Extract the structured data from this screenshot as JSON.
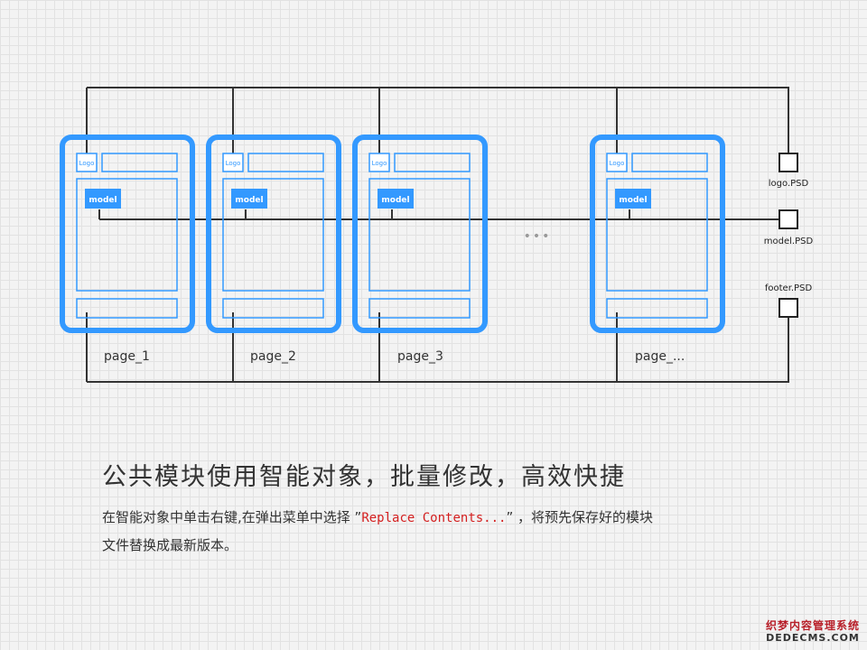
{
  "colors": {
    "frame": "#3399ff",
    "wire": "#333333",
    "highlight": "#d42020"
  },
  "pages": [
    {
      "label": "page_1",
      "logo": "Logo",
      "module": "model"
    },
    {
      "label": "page_2",
      "logo": "Logo",
      "module": "model"
    },
    {
      "label": "page_3",
      "logo": "Logo",
      "module": "model"
    },
    {
      "label": "page_...",
      "logo": "Logo",
      "module": "model"
    }
  ],
  "ellipsis": "•••",
  "files": [
    {
      "label": "logo.PSD"
    },
    {
      "label": "model.PSD"
    },
    {
      "label": "footer.PSD"
    }
  ],
  "headline": "公共模块使用智能对象，批量修改，高效快捷",
  "description": {
    "before": "在智能对象中单击右键,在弹出菜单中选择 ”",
    "highlight": "Replace Contents...",
    "after": "” ，将预先保存好的模块",
    "line2": "文件替换成最新版本。"
  },
  "watermark": {
    "line1": "织梦内容管理系统",
    "line2": "DEDECMS.COM"
  }
}
